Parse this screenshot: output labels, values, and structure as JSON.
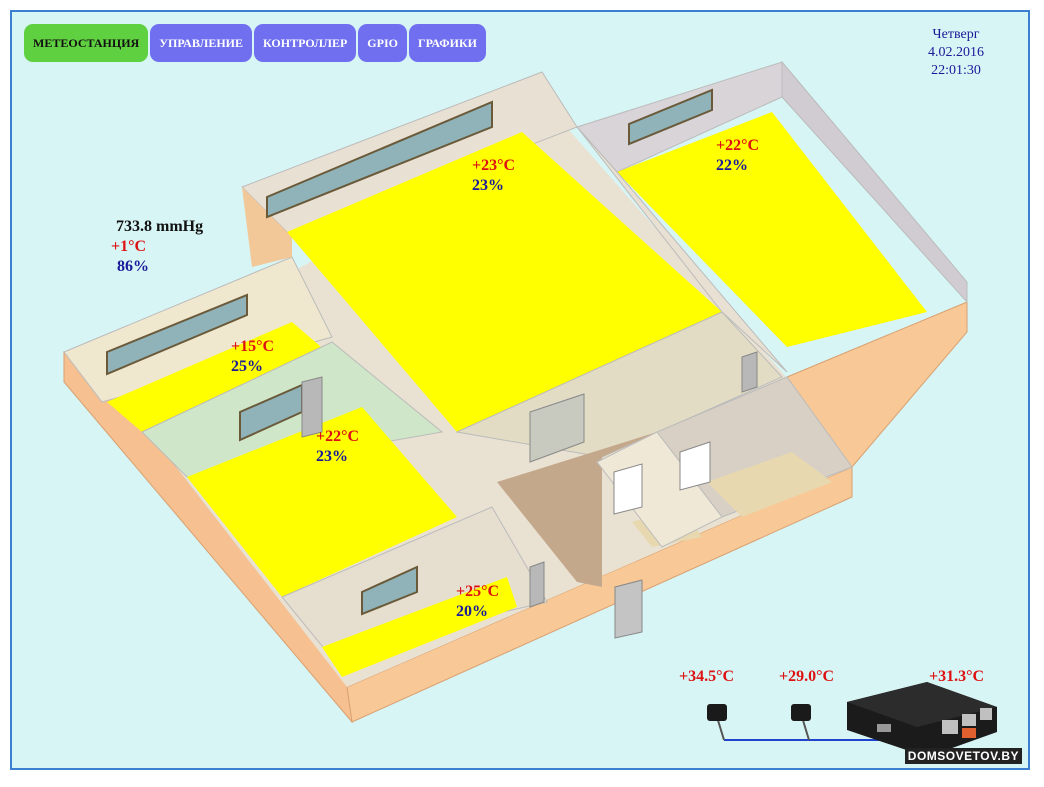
{
  "nav": {
    "tabs": [
      {
        "label": "МЕТЕОСТАНЦИЯ",
        "active": true
      },
      {
        "label": "УПРАВЛЕНИЕ",
        "active": false
      },
      {
        "label": "КОНТРОЛЛЕР",
        "active": false
      },
      {
        "label": "GPIO",
        "active": false
      },
      {
        "label": "ГРАФИКИ",
        "active": false
      }
    ]
  },
  "datetime": {
    "weekday": "Четверг",
    "date": "4.02.2016",
    "time": "22:01:30"
  },
  "outdoor": {
    "pressure": "733.8 mmHg",
    "temperature": "+1°C",
    "humidity": "86%"
  },
  "rooms": {
    "living_room": {
      "temperature": "+23°C",
      "humidity": "23%"
    },
    "right_bedroom": {
      "temperature": "+22°C",
      "humidity": "22%"
    },
    "left_room": {
      "temperature": "+15°C",
      "humidity": "25%"
    },
    "middle_room": {
      "temperature": "+22°C",
      "humidity": "23%"
    },
    "bottom_room": {
      "temperature": "+25°C",
      "humidity": "20%"
    }
  },
  "sensors": {
    "sensor1": "+34.5°C",
    "sensor2": "+29.0°C",
    "controller": "+31.3°C"
  },
  "watermark": "DOMSOVETOV.BY",
  "colors": {
    "heated_floor": "#ffff00",
    "temperature_text": "#dd1111",
    "humidity_text": "#1a1a9a",
    "active_tab": "#5fd040",
    "tab": "#6f6fef"
  }
}
